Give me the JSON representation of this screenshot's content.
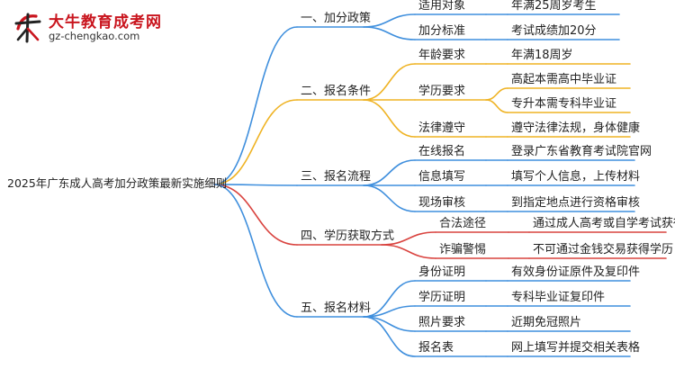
{
  "logo": {
    "title": "大牛教育成考网",
    "url": "gz-chengkao.com"
  },
  "root": "2025年广东成人高考加分政策最新实施细则",
  "branches": [
    {
      "label": "一、加分政策",
      "color": "#3f8fdd",
      "children": [
        {
          "label": "适用对象",
          "children": [
            {
              "label": "年满25周岁考生"
            }
          ]
        },
        {
          "label": "加分标准",
          "children": [
            {
              "label": "考试成绩加20分"
            }
          ]
        }
      ]
    },
    {
      "label": "二、报名条件",
      "color": "#efb324",
      "children": [
        {
          "label": "年龄要求",
          "children": [
            {
              "label": "年满18周岁"
            }
          ]
        },
        {
          "label": "学历要求",
          "children": [
            {
              "label": "高起本需高中毕业证"
            },
            {
              "label": "专升本需专科毕业证"
            }
          ]
        },
        {
          "label": "法律遵守",
          "children": [
            {
              "label": "遵守法律法规，身体健康"
            }
          ]
        }
      ]
    },
    {
      "label": "三、报名流程",
      "color": "#3f8fdd",
      "children": [
        {
          "label": "在线报名",
          "children": [
            {
              "label": "登录广东省教育考试院官网"
            }
          ]
        },
        {
          "label": "信息填写",
          "children": [
            {
              "label": "填写个人信息，上传材料"
            }
          ]
        },
        {
          "label": "现场审核",
          "children": [
            {
              "label": "到指定地点进行资格审核"
            }
          ]
        }
      ]
    },
    {
      "label": "四、学历获取方式",
      "color": "#d9433f",
      "children": [
        {
          "label": "合法途径",
          "children": [
            {
              "label": "通过成人高考或自学考试获得"
            }
          ]
        },
        {
          "label": "诈骗警惕",
          "children": [
            {
              "label": "不可通过金钱交易获得学历"
            }
          ]
        }
      ]
    },
    {
      "label": "五、报名材料",
      "color": "#3f8fdd",
      "children": [
        {
          "label": "身份证明",
          "children": [
            {
              "label": "有效身份证原件及复印件"
            }
          ]
        },
        {
          "label": "学历证明",
          "children": [
            {
              "label": "专科毕业证复印件"
            }
          ]
        },
        {
          "label": "照片要求",
          "children": [
            {
              "label": "近期免冠照片"
            }
          ]
        },
        {
          "label": "报名表",
          "children": [
            {
              "label": "网上填写并提交相关表格"
            }
          ]
        }
      ]
    }
  ]
}
